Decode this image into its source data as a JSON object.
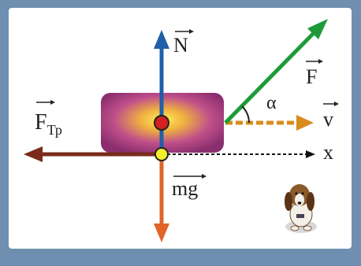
{
  "labels": {
    "normal": "N",
    "force": "F",
    "angle": "α",
    "velocity": "v",
    "axis": "x",
    "friction_main": "F",
    "friction_sub": "Тр",
    "weight": "mg"
  },
  "colors": {
    "frame": "#6f8fb0",
    "normal_arrow": "#1f5fa8",
    "force_arrow": "#1f9a3a",
    "velocity_arrow": "#d98b1e",
    "friction_arrow": "#7a2a1a",
    "weight_arrow": "#e0642a",
    "block_outer": "#9a3a7a",
    "block_center": "#ffe84a",
    "center_dot": "#d42020",
    "contact_dot": "#f5ef2a"
  }
}
